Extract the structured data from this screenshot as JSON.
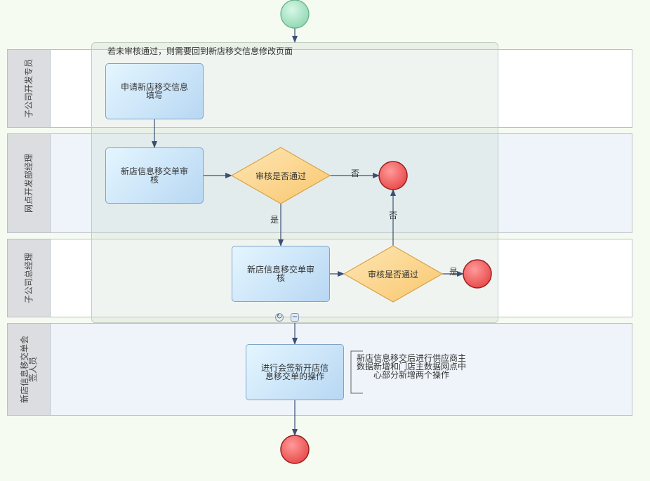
{
  "lanes": [
    {
      "label": "子公司开发专员",
      "style": "white"
    },
    {
      "label": "网点开发部经理",
      "style": "blue"
    },
    {
      "label": "子公司总经理",
      "style": "white"
    },
    {
      "label": "新店信息移交单会签人员",
      "style": "blue"
    }
  ],
  "group": {
    "label": "若未审核通过，则需要回到新店移交信息修改页面"
  },
  "tasks": {
    "apply": "申请新店移交信息填写",
    "review1": "新店信息移交单审核",
    "review2": "新店信息移交单审核",
    "countersign": "进行会签新开店信息移交单的操作"
  },
  "gateways": {
    "g1": "审核是否通过",
    "g2": "审核是否通过"
  },
  "flow_labels": {
    "g1_no": "否",
    "g1_yes": "是",
    "g2_no": "否",
    "g2_yes": "是"
  },
  "annotation": "新店信息移交后进行供应商主数据新增和门店主数据网点中心部分新增两个操作",
  "colors": {
    "start_fill": "#a6e3c4",
    "end_fill": "#f06060",
    "gateway_fill": "#fcd58c",
    "arrow": "#3b4f75"
  },
  "icons": {
    "collapse": "minus-icon",
    "loop": "loop-icon"
  }
}
